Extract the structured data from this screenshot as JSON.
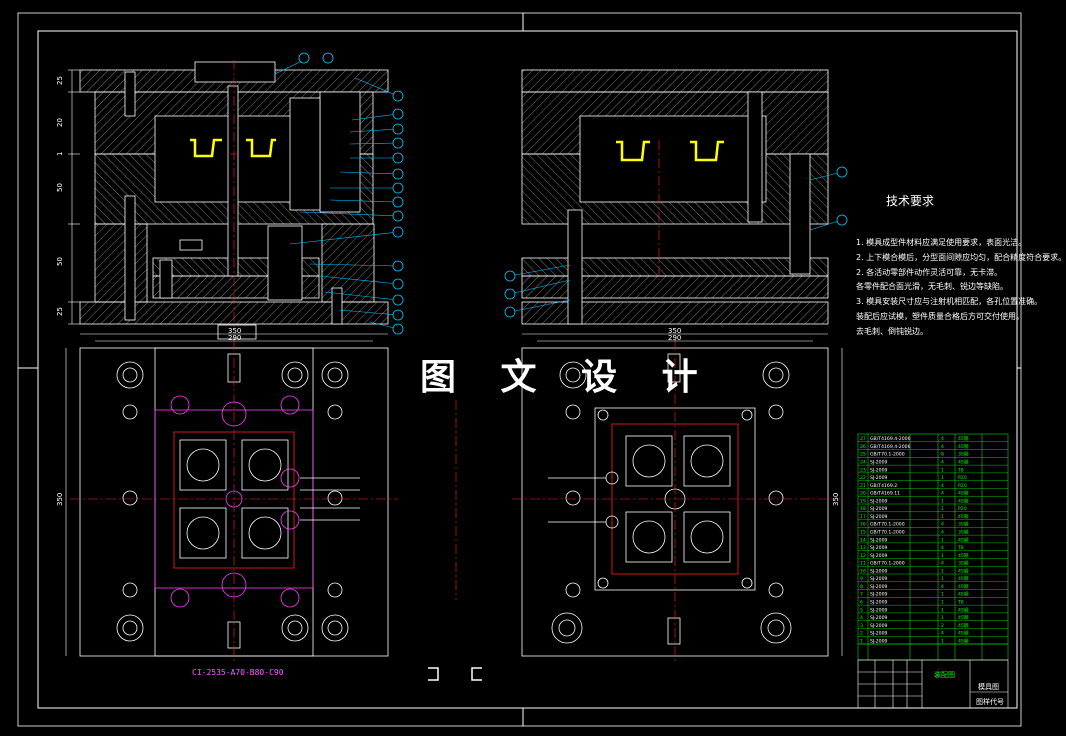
{
  "watermark": "图 文 设 计",
  "technical_requirements": {
    "title": "技术要求",
    "lines": [
      "1. 模具成型件材料应满足使用要求，表面光洁。",
      "2. 上下模合模后，分型面间隙应均匀，配合精度符合要求。",
      "2. 各活动零部件动作灵活可靠，无卡滞。",
      "各零件配合面光滑，无毛刺、锐边等缺陷。",
      "3. 模具安装尺寸应与注射机相匹配，各孔位置准确。",
      "装配后应试模，塑件质量合格后方可交付使用。",
      "去毛刺、倒钝锐边。"
    ]
  },
  "part_code": "CI-2535-A70-B80-C90",
  "front_section_dims": [
    "25",
    "20",
    "1",
    "50",
    "50",
    "25"
  ],
  "plan_dims": {
    "left_width_outer": "350",
    "left_width_inner": "290",
    "left_height": "350",
    "right_width_outer": "350",
    "right_width_inner": "290",
    "right_height": "350"
  },
  "bom_rows": [
    {
      "no": "27",
      "code": "GB/T4169.4-2006",
      "qty": "4",
      "mat": "45钢"
    },
    {
      "no": "26",
      "code": "GB/T4169.4-2006",
      "qty": "4",
      "mat": "45钢"
    },
    {
      "no": "25",
      "code": "GB/T70.1-2000",
      "qty": "8",
      "mat": "35钢"
    },
    {
      "no": "24",
      "code": "SJ-2009",
      "qty": "4",
      "mat": "45钢"
    },
    {
      "no": "23",
      "code": "SJ-2009",
      "qty": "1",
      "mat": "T8"
    },
    {
      "no": "22",
      "code": "SJ-2009",
      "qty": "1",
      "mat": "P20"
    },
    {
      "no": "21",
      "code": "GB/T4169.2",
      "qty": "4",
      "mat": "P20"
    },
    {
      "no": "20",
      "code": "GB/T4169.11",
      "qty": "4",
      "mat": "45钢"
    },
    {
      "no": "19",
      "code": "SJ-2009",
      "qty": "1",
      "mat": "45钢"
    },
    {
      "no": "18",
      "code": "SJ-2009",
      "qty": "1",
      "mat": "P20"
    },
    {
      "no": "17",
      "code": "SJ-2009",
      "qty": "1",
      "mat": "45钢"
    },
    {
      "no": "16",
      "code": "GB/T70.1-2000",
      "qty": "4",
      "mat": "35钢"
    },
    {
      "no": "15",
      "code": "GB/T70.1-2000",
      "qty": "4",
      "mat": "35钢"
    },
    {
      "no": "14",
      "code": "SJ-2009",
      "qty": "1",
      "mat": "45钢"
    },
    {
      "no": "13",
      "code": "SJ-2009",
      "qty": "4",
      "mat": "T8"
    },
    {
      "no": "12",
      "code": "SJ-2009",
      "qty": "1",
      "mat": "45钢"
    },
    {
      "no": "11",
      "code": "GB/T70.1-2000",
      "qty": "4",
      "mat": "35钢"
    },
    {
      "no": "10",
      "code": "SJ-2009",
      "qty": "1",
      "mat": "45钢"
    },
    {
      "no": "9",
      "code": "SJ-2009",
      "qty": "1",
      "mat": "45钢"
    },
    {
      "no": "8",
      "code": "SJ-2009",
      "qty": "4",
      "mat": "45钢"
    },
    {
      "no": "7",
      "code": "SJ-2009",
      "qty": "1",
      "mat": "45钢"
    },
    {
      "no": "6",
      "code": "SJ-2009",
      "qty": "1",
      "mat": "T8"
    },
    {
      "no": "5",
      "code": "SJ-2009",
      "qty": "1",
      "mat": "45钢"
    },
    {
      "no": "4",
      "code": "SJ-2009",
      "qty": "1",
      "mat": "45钢"
    },
    {
      "no": "3",
      "code": "SJ-2009",
      "qty": "2",
      "mat": "45钢"
    },
    {
      "no": "2",
      "code": "SJ-2009",
      "qty": "4",
      "mat": "45钢"
    },
    {
      "no": "1",
      "code": "SJ-2009",
      "qty": "1",
      "mat": "45钢"
    }
  ],
  "title_block": {
    "drawing_name": "装配图",
    "sheet_label": "模具图",
    "drawing_no": "图样代号"
  },
  "colors": {
    "frame": "#ffffff",
    "hatch": "#ffffff",
    "center_line": "#ff2020",
    "plastic_part": "#ffff00",
    "leader": "#00c8ff",
    "bom_green": "#00ff00",
    "magenta": "#ff40ff"
  }
}
